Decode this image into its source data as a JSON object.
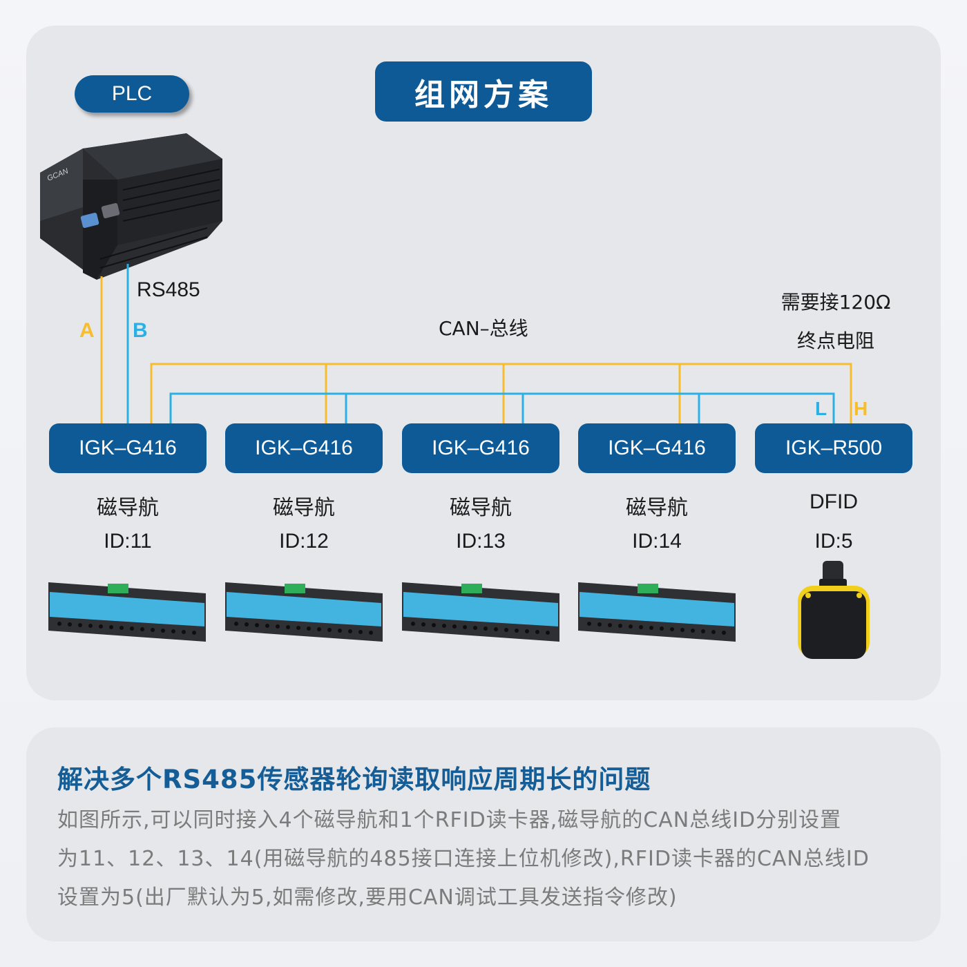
{
  "title": "组网方案",
  "plc": {
    "badge": "PLC",
    "brand": "GCAN"
  },
  "rs485": {
    "label": "RS485",
    "wire_a": "A",
    "wire_b": "B"
  },
  "can_bus": {
    "label": "CAN–总线",
    "terminator_line1": "需要接120Ω",
    "terminator_line2": "终点电阻",
    "wire_l": "L",
    "wire_h": "H"
  },
  "nodes": [
    {
      "model": "IGK–G416",
      "type": "磁导航",
      "id": "ID:11"
    },
    {
      "model": "IGK–G416",
      "type": "磁导航",
      "id": "ID:12"
    },
    {
      "model": "IGK–G416",
      "type": "磁导航",
      "id": "ID:13"
    },
    {
      "model": "IGK–G416",
      "type": "磁导航",
      "id": "ID:14"
    },
    {
      "model": "IGK–R500",
      "type": "DFID",
      "id": "ID:5"
    }
  ],
  "colors": {
    "wire_yellow": "#f6bd2f",
    "wire_blue": "#2bb0e6",
    "badge_blue": "#0d5a97",
    "heading_blue": "#155d96"
  },
  "description": {
    "heading": "解决多个RS485传感器轮询读取响应周期长的问题",
    "line1": "如图所示,可以同时接入4个磁导航和1个RFID读卡器,磁导航的CAN总线ID分别设置",
    "line2": "为11、12、13、14(用磁导航的485接口连接上位机修改),RFID读卡器的CAN总线ID",
    "line3": "设置为5(出厂默认为5,如需修改,要用CAN调试工具发送指令修改)"
  }
}
